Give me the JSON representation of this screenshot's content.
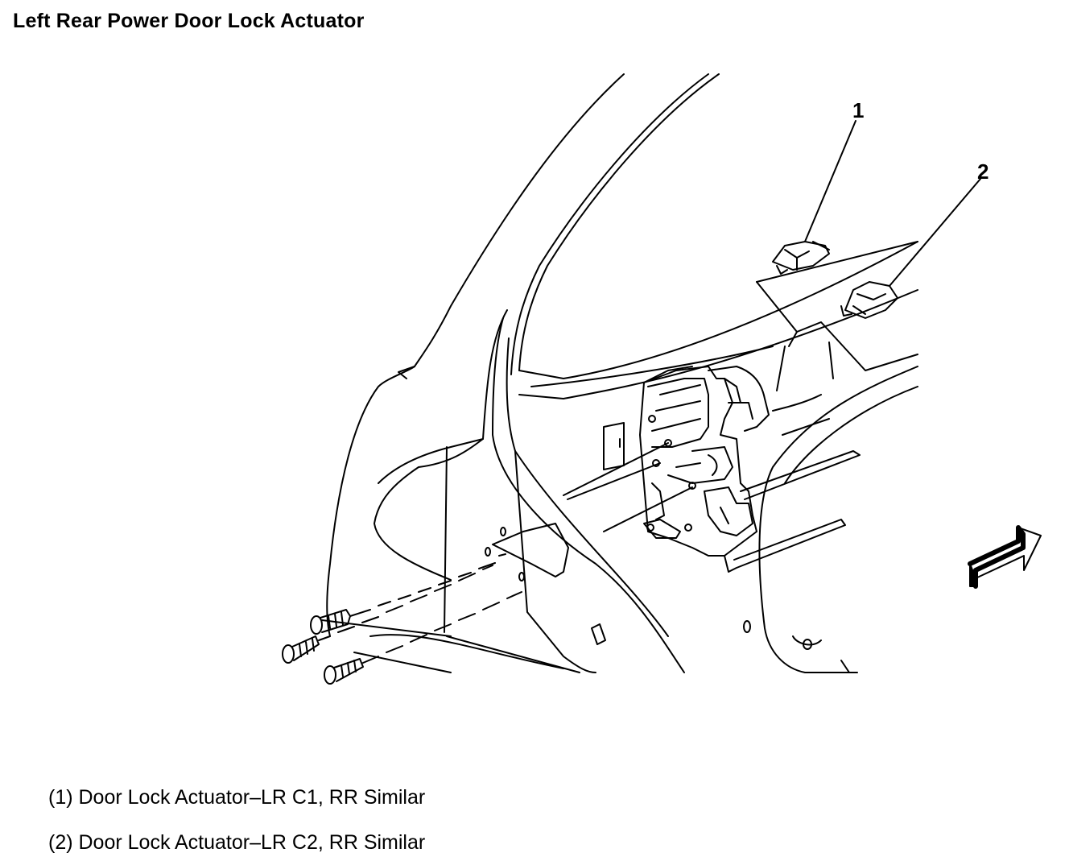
{
  "title": "Left Rear Power Door Lock Actuator",
  "callouts": [
    {
      "number": "1",
      "text": "Door Lock Actuator–LR C1, RR Similar",
      "legend": "(1) Door Lock Actuator–LR C1, RR Similar"
    },
    {
      "number": "2",
      "text": "Door Lock Actuator–LR C2, RR Similar",
      "legend": "(2) Door Lock Actuator–LR C2, RR Similar"
    }
  ],
  "icons": {
    "direction_arrow": "front-direction-arrow-icon"
  }
}
